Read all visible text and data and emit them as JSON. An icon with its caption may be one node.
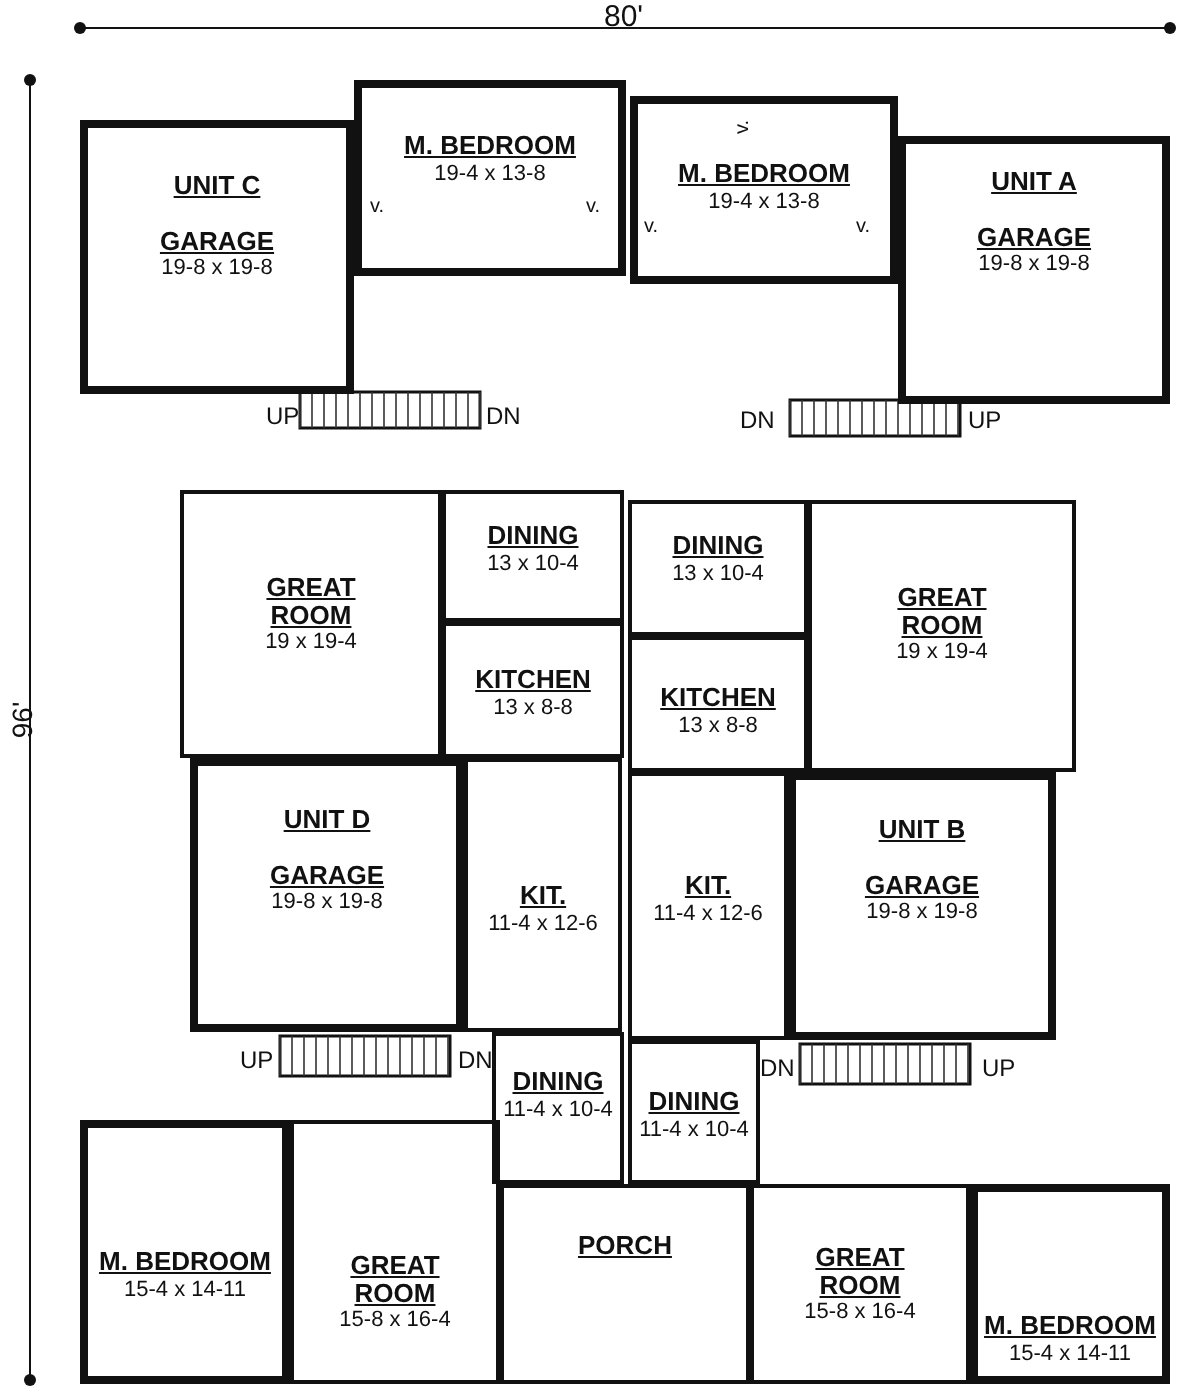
{
  "diagram": {
    "nodes": [
      {
        "text": [
          "UNIT C",
          "GARAGE",
          "19-8 x 19-8"
        ]
      },
      {
        "text": [
          "M. BEDROOM",
          "19-4 x 13-8"
        ]
      },
      {
        "text": [
          "M. BEDROOM",
          "19-4 x 13-8"
        ]
      },
      {
        "text": [
          "UNIT A",
          "GARAGE",
          "19-8 x 19-8"
        ]
      },
      {
        "text": [
          "GREAT ROOM",
          "19 x 19-4"
        ]
      },
      {
        "text": [
          "DINING",
          "13 x 10-4"
        ]
      },
      {
        "text": [
          "KITCHEN",
          "13 x 8-8"
        ]
      },
      {
        "text": [
          "DINING",
          "13 x 10-4"
        ]
      },
      {
        "text": [
          "KITCHEN",
          "13 x 8-8"
        ]
      },
      {
        "text": [
          "GREAT ROOM",
          "19 x 19-4"
        ]
      },
      {
        "text": [
          "UNIT D",
          "GARAGE",
          "19-8 x 19-8"
        ]
      },
      {
        "text": [
          "KIT.",
          "11-4 x 12-6"
        ]
      },
      {
        "text": [
          "KIT.",
          "11-4 x 12-6"
        ]
      },
      {
        "text": [
          "UNIT B",
          "GARAGE",
          "19-8 x 19-8"
        ]
      },
      {
        "text": [
          "DINING",
          "11-4 x 10-4"
        ]
      },
      {
        "text": [
          "DINING",
          "11-4 x 10-4"
        ]
      },
      {
        "text": [
          "GREAT ROOM",
          "15-8 x 16-4"
        ]
      },
      {
        "text": [
          "M. BEDROOM",
          "15-4 x 14-11"
        ]
      },
      {
        "text": [
          "PORCH"
        ]
      },
      {
        "text": [
          "GREAT ROOM",
          "15-8 x 16-4"
        ]
      },
      {
        "text": [
          "M. BEDROOM",
          "15-4 x 14-11"
        ]
      }
    ],
    "labels": [
      "80'",
      "96'",
      "v.",
      "v.",
      "v.",
      "v.",
      "v.",
      "UP",
      "DN",
      "DN",
      "UP",
      "UP",
      "DN",
      "DN",
      "UP"
    ]
  }
}
